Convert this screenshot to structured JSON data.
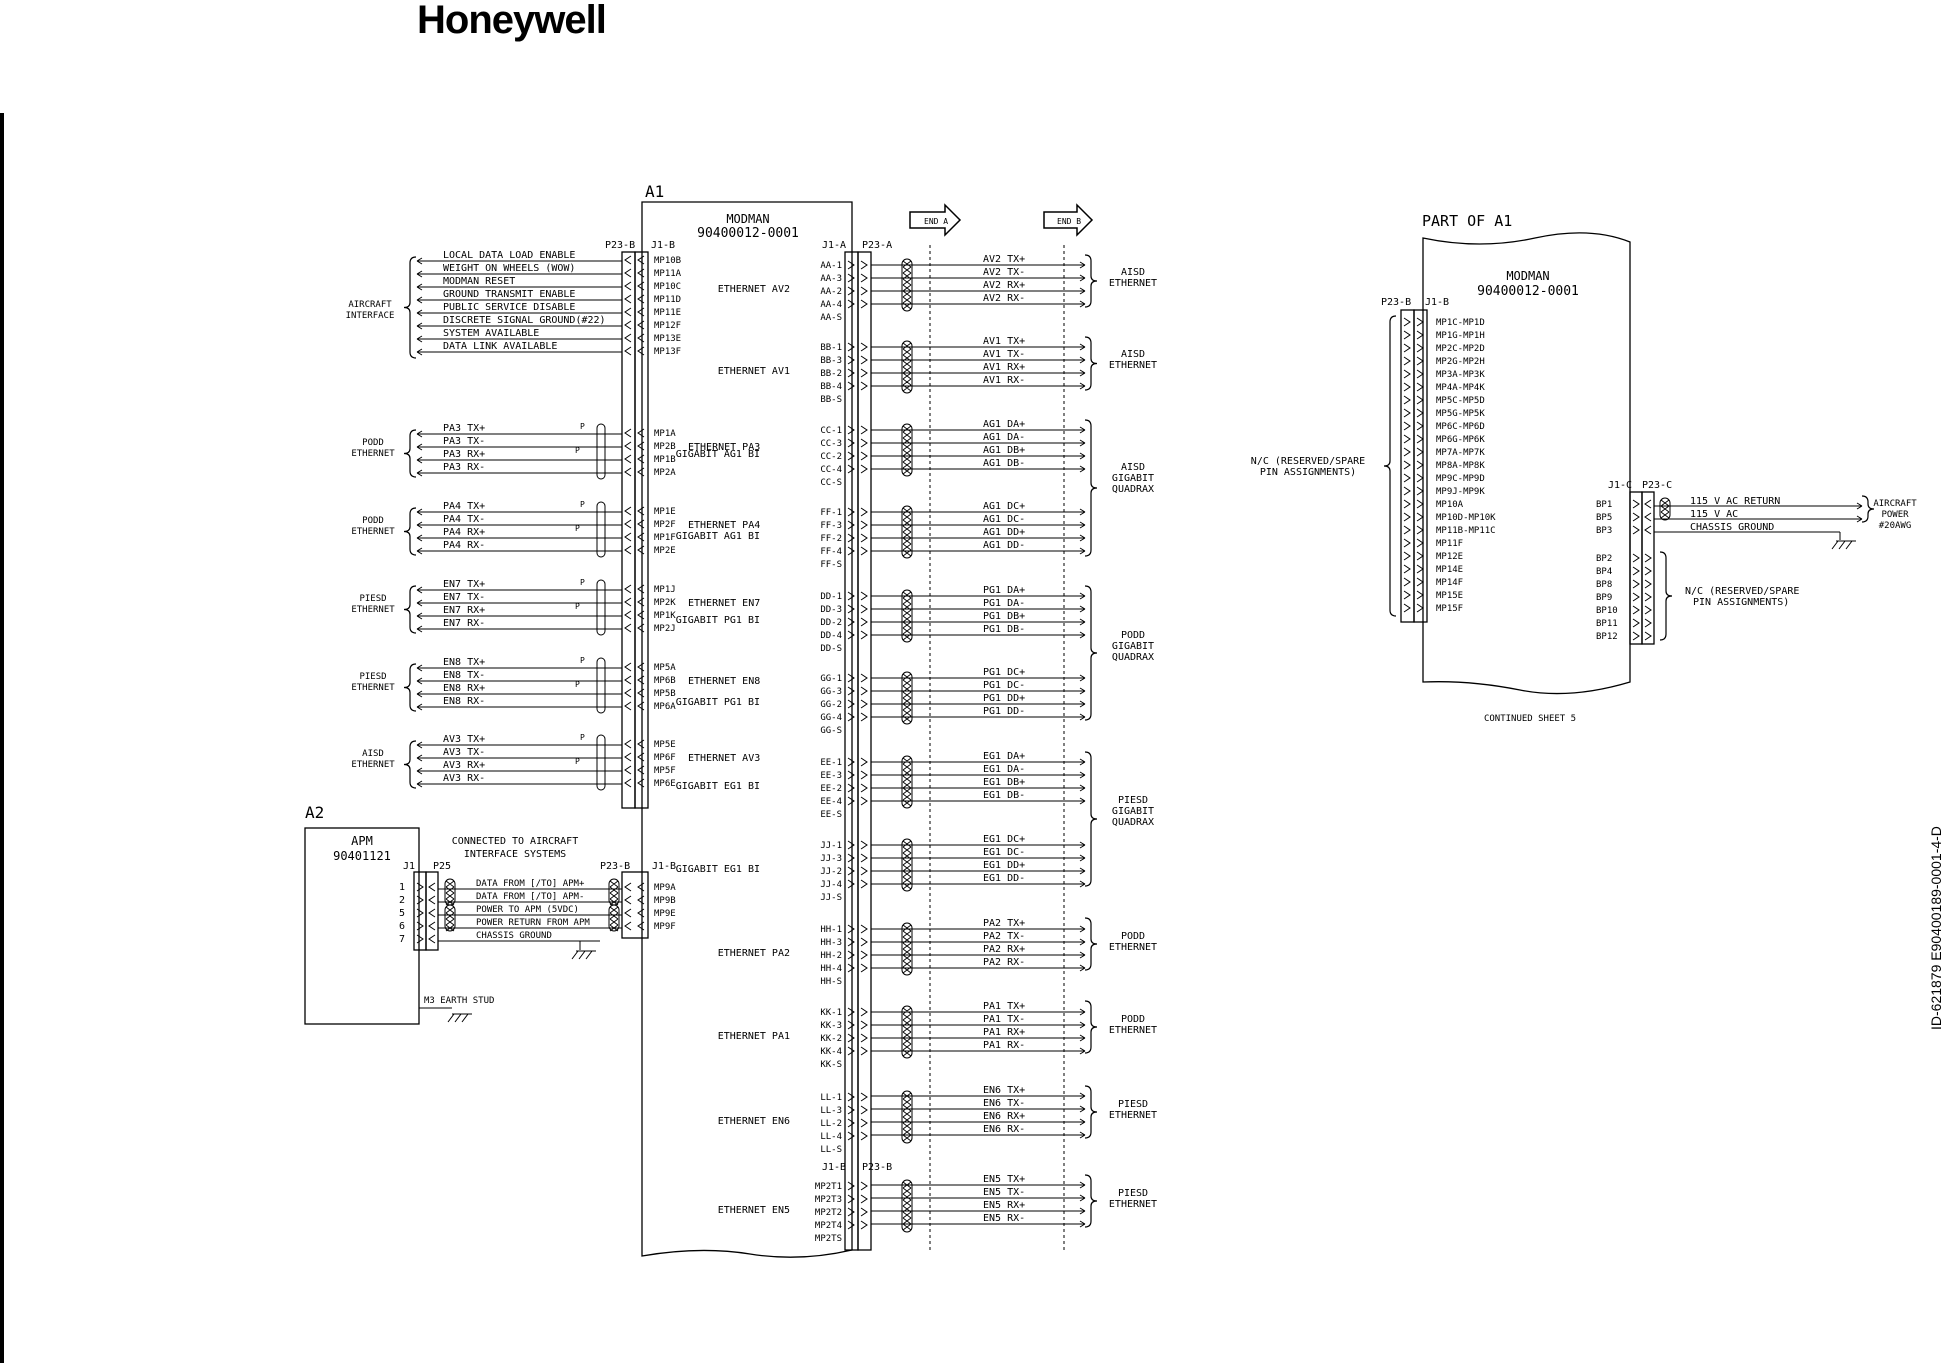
{
  "brand": "Honeywell",
  "document_id": "ID-621879   E90400189-0001-4-D",
  "a1": {
    "ref": "A1",
    "title": "MODMAN",
    "part_number": "90400012-0001",
    "conn_left_p": "P23-B",
    "conn_left_j": "J1-B",
    "conn_right_j": "J1-A",
    "conn_right_p": "P23-A",
    "conn_bottom_j": "J1-B",
    "conn_bottom_p": "P23-B"
  },
  "end_a": "END A",
  "end_b": "END B",
  "aircraft_interface": {
    "label": "AIRCRAFT INTERFACE",
    "signals": [
      "LOCAL DATA LOAD ENABLE",
      "WEIGHT ON WHEELS (WOW)",
      "MODMAN RESET",
      "GROUND TRANSMIT ENABLE",
      "PUBLIC SERVICE DISABLE",
      "DISCRETE SIGNAL GROUND(#22)",
      "SYSTEM AVAILABLE",
      "DATA LINK AVAILABLE"
    ],
    "pins": [
      "MP10B",
      "MP11A",
      "MP10C",
      "MP11D",
      "MP11E",
      "MP12F",
      "MP13E",
      "MP13F"
    ]
  },
  "left_groups": [
    {
      "label": "PODD ETHERNET",
      "signals": [
        "PA3 TX+",
        "PA3 TX-",
        "PA3 RX+",
        "PA3 RX-"
      ],
      "pins": [
        "MP1A",
        "MP2B",
        "MP1B",
        "MP2A"
      ],
      "mid_label": "ETHERNET PA3"
    },
    {
      "label": "PODD ETHERNET",
      "signals": [
        "PA4 TX+",
        "PA4 TX-",
        "PA4 RX+",
        "PA4 RX-"
      ],
      "pins": [
        "MP1E",
        "MP2F",
        "MP1F",
        "MP2E"
      ],
      "mid_label": "ETHERNET PA4"
    },
    {
      "label": "PIESD ETHERNET",
      "signals": [
        "EN7 TX+",
        "EN7 TX-",
        "EN7 RX+",
        "EN7 RX-"
      ],
      "pins": [
        "MP1J",
        "MP2K",
        "MP1K",
        "MP2J"
      ],
      "mid_label": "ETHERNET EN7"
    },
    {
      "label": "PIESD ETHERNET",
      "signals": [
        "EN8 TX+",
        "EN8 TX-",
        "EN8 RX+",
        "EN8 RX-"
      ],
      "pins": [
        "MP5A",
        "MP6B",
        "MP5B",
        "MP6A"
      ],
      "mid_label": "ETHERNET EN8"
    },
    {
      "label": "AISD ETHERNET",
      "signals": [
        "AV3 TX+",
        "AV3 TX-",
        "AV3 RX+",
        "AV3 RX-"
      ],
      "pins": [
        "MP5E",
        "MP6F",
        "MP5F",
        "MP6E"
      ],
      "mid_label": "ETHERNET AV3"
    }
  ],
  "right_groups": [
    {
      "label": "ETHERNET AV2",
      "pins": [
        "AA-1",
        "AA-3",
        "AA-2",
        "AA-4",
        "AA-S"
      ],
      "signals": [
        "AV2 TX+",
        "AV2 TX-",
        "AV2 RX+",
        "AV2 RX-"
      ]
    },
    {
      "label": "ETHERNET AV1",
      "pins": [
        "BB-1",
        "BB-3",
        "BB-2",
        "BB-4",
        "BB-S"
      ],
      "signals": [
        "AV1 TX+",
        "AV1 TX-",
        "AV1 RX+",
        "AV1 RX-"
      ]
    },
    {
      "label": "GIGABIT AG1 BI",
      "pins": [
        "CC-1",
        "CC-3",
        "CC-2",
        "CC-4",
        "CC-S"
      ],
      "signals": [
        "AG1 DA+",
        "AG1 DA-",
        "AG1 DB+",
        "AG1 DB-"
      ]
    },
    {
      "label": "GIGABIT AG1 BI",
      "pins": [
        "FF-1",
        "FF-3",
        "FF-2",
        "FF-4",
        "FF-S"
      ],
      "signals": [
        "AG1 DC+",
        "AG1 DC-",
        "AG1 DD+",
        "AG1 DD-"
      ]
    },
    {
      "label": "GIGABIT PG1 BI",
      "pins": [
        "DD-1",
        "DD-3",
        "DD-2",
        "DD-4",
        "DD-S"
      ],
      "signals": [
        "PG1 DA+",
        "PG1 DA-",
        "PG1 DB+",
        "PG1 DB-"
      ]
    },
    {
      "label": "GIGABIT PG1 BI",
      "pins": [
        "GG-1",
        "GG-3",
        "GG-2",
        "GG-4",
        "GG-S"
      ],
      "signals": [
        "PG1 DC+",
        "PG1 DC-",
        "PG1 DD+",
        "PG1 DD-"
      ]
    },
    {
      "label": "GIGABIT EG1 BI",
      "pins": [
        "EE-1",
        "EE-3",
        "EE-2",
        "EE-4",
        "EE-S"
      ],
      "signals": [
        "EG1 DA+",
        "EG1 DA-",
        "EG1 DB+",
        "EG1 DB-"
      ]
    },
    {
      "label": "GIGABIT EG1 BI",
      "pins": [
        "JJ-1",
        "JJ-3",
        "JJ-2",
        "JJ-4",
        "JJ-S"
      ],
      "signals": [
        "EG1 DC+",
        "EG1 DC-",
        "EG1 DD+",
        "EG1 DD-"
      ]
    },
    {
      "label": "ETHERNET PA2",
      "pins": [
        "HH-1",
        "HH-3",
        "HH-2",
        "HH-4",
        "HH-S"
      ],
      "signals": [
        "PA2 TX+",
        "PA2 TX-",
        "PA2 RX+",
        "PA2 RX-"
      ]
    },
    {
      "label": "ETHERNET PA1",
      "pins": [
        "KK-1",
        "KK-3",
        "KK-2",
        "KK-4",
        "KK-S"
      ],
      "signals": [
        "PA1 TX+",
        "PA1 TX-",
        "PA1 RX+",
        "PA1 RX-"
      ]
    },
    {
      "label": "ETHERNET EN6",
      "pins": [
        "LL-1",
        "LL-3",
        "LL-2",
        "LL-4",
        "LL-S"
      ],
      "signals": [
        "EN6 TX+",
        "EN6 TX-",
        "EN6 RX+",
        "EN6 RX-"
      ]
    },
    {
      "label": "ETHERNET EN5",
      "pins": [
        "MP2T1",
        "MP2T3",
        "MP2T2",
        "MP2T4",
        "MP2TS"
      ],
      "signals": [
        "EN5 TX+",
        "EN5 TX-",
        "EN5 RX+",
        "EN5 RX-"
      ]
    }
  ],
  "destinations": [
    {
      "label": [
        "AISD",
        "ETHERNET"
      ]
    },
    {
      "label": [
        "AISD",
        "ETHERNET"
      ]
    },
    {
      "label": [
        "AISD",
        "GIGABIT",
        "QUADRAX"
      ]
    },
    {
      "label": [
        "PODD",
        "GIGABIT",
        "QUADRAX"
      ]
    },
    {
      "label": [
        "PIESD",
        "GIGABIT",
        "QUADRAX"
      ]
    },
    {
      "label": [
        "PODD",
        "ETHERNET"
      ]
    },
    {
      "label": [
        "PODD",
        "ETHERNET"
      ]
    },
    {
      "label": [
        "PIESD",
        "ETHERNET"
      ]
    },
    {
      "label": [
        "PIESD",
        "ETHERNET"
      ]
    }
  ],
  "a2": {
    "ref": "A2",
    "title": "APM",
    "part_number": "90401121",
    "conn_j": "J1",
    "conn_p": "P25",
    "pin_numbers": [
      "1",
      "2",
      "5",
      "6",
      "7"
    ],
    "note": [
      "CONNECTED TO AIRCRAFT",
      "INTERFACE SYSTEMS"
    ],
    "signals": [
      "DATA FROM [/TO] APM+",
      "DATA FROM [/TO] APM-",
      "POWER TO APM (5VDC)",
      "POWER RETURN FROM APM",
      "CHASSIS GROUND"
    ],
    "mod_conn_p": "P23-B",
    "mod_conn_j": "J1-B",
    "mod_pins": [
      "MP9A",
      "MP9B",
      "MP9E",
      "MP9F"
    ],
    "ground_label": "M3 EARTH STUD"
  },
  "part_a1": {
    "heading": "PART OF A1",
    "title": "MODMAN",
    "part_number": "90400012-0001",
    "conn_p": "P23-B",
    "conn_j": "J1-B",
    "pins": [
      "MP1C-MP1D",
      "MP1G-MP1H",
      "MP2C-MP2D",
      "MP2G-MP2H",
      "MP3A-MP3K",
      "MP4A-MP4K",
      "MP5C-MP5D",
      "MP5G-MP5K",
      "MP6C-MP6D",
      "MP6G-MP6K",
      "MP7A-MP7K",
      "MP8A-MP8K",
      "MP9C-MP9D",
      "MP9J-MP9K",
      "MP10A",
      "MP10D-MP10K",
      "MP11B-MP11C",
      "MP11F",
      "MP12E",
      "MP14E",
      "MP14F",
      "MP15E",
      "MP15F"
    ],
    "nc_label": [
      "N/C (RESERVED/SPARE",
      "PIN ASSIGNMENTS)"
    ],
    "power_conn_j": "J1-C",
    "power_conn_p": "P23-C",
    "power_pins": [
      "BP1",
      "BP5",
      "BP3"
    ],
    "power_signals": [
      "115 V AC RETURN",
      "115 V AC",
      "CHASSIS GROUND"
    ],
    "power_dest": [
      "AIRCRAFT",
      "POWER",
      "#20AWG"
    ],
    "spare_pins": [
      "BP2",
      "BP4",
      "BP8",
      "BP9",
      "BP10",
      "BP11",
      "BP12"
    ],
    "spare_label": [
      "N/C (RESERVED/SPARE",
      "PIN ASSIGNMENTS)"
    ],
    "continued": "CONTINUED SHEET 5"
  }
}
